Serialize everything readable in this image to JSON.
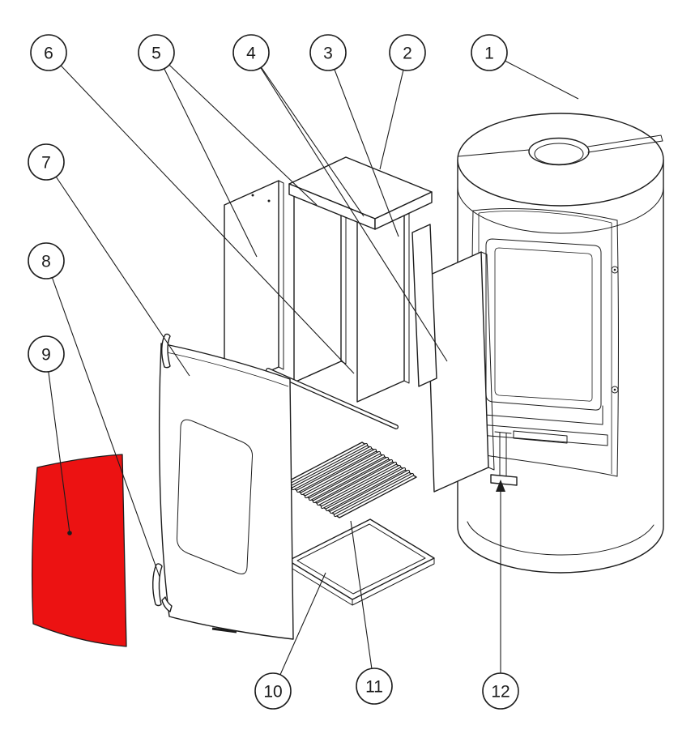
{
  "diagram": {
    "callouts": [
      "1",
      "2",
      "3",
      "4",
      "5",
      "6",
      "7",
      "8",
      "9",
      "10",
      "11",
      "12"
    ],
    "colors": {
      "line": "#1c1c1c",
      "background": "#ffffff",
      "glass_red": "#ec1212"
    }
  }
}
